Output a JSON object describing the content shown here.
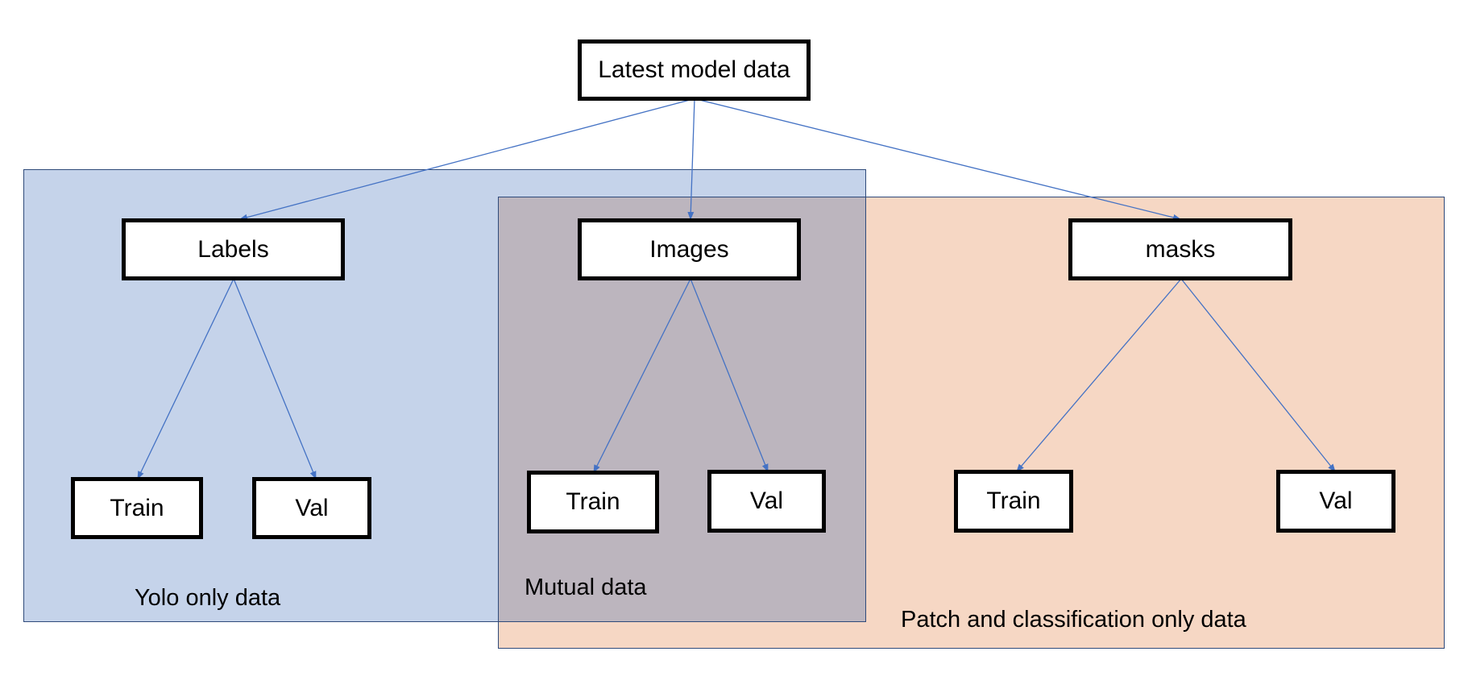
{
  "diagram": {
    "root": {
      "label": "Latest model data"
    },
    "groups": [
      {
        "label": "Labels",
        "children": [
          {
            "label": "Train"
          },
          {
            "label": "Val"
          }
        ]
      },
      {
        "label": "Images",
        "children": [
          {
            "label": "Train"
          },
          {
            "label": "Val"
          }
        ]
      },
      {
        "label": "masks",
        "children": [
          {
            "label": "Train"
          },
          {
            "label": "Val"
          }
        ]
      }
    ],
    "regions": {
      "yolo": {
        "label": "Yolo only data",
        "color": "#c5d3ea"
      },
      "mutual": {
        "label": "Mutual data",
        "color": "#bcb5be"
      },
      "patch": {
        "label": "Patch and classification only data",
        "color": "#f6d7c4"
      }
    },
    "arrow_color": "#4472c4"
  }
}
